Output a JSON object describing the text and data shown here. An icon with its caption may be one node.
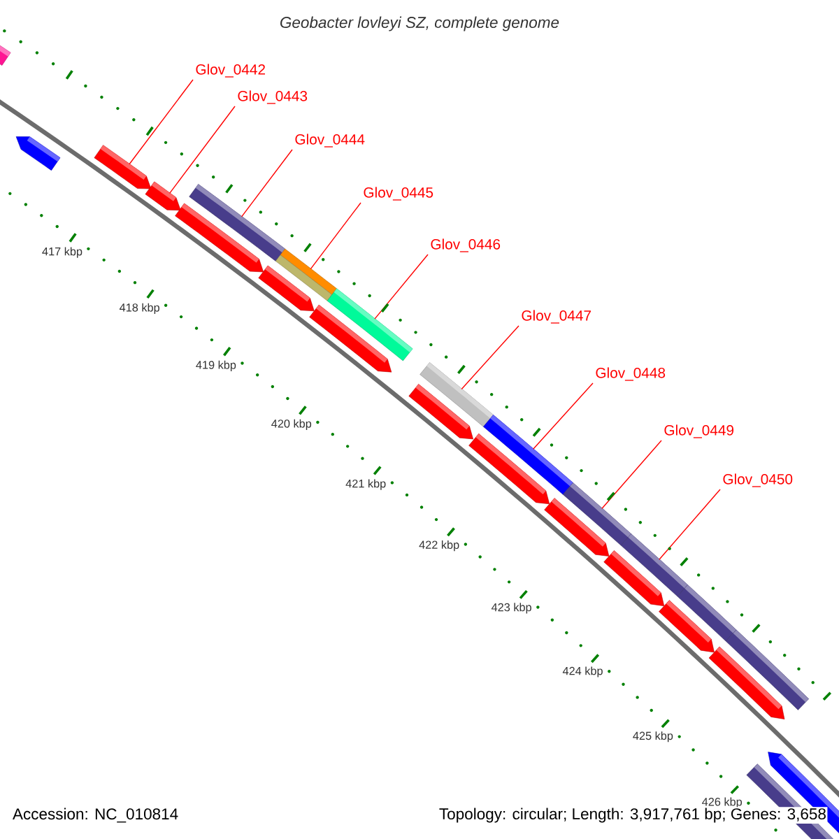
{
  "diagram": {
    "title": "Geobacter lovleyi SZ, complete genome",
    "nodes": [
      {
        "text": [
          "Glov_0442"
        ]
      },
      {
        "text": [
          "Glov_0443"
        ]
      },
      {
        "text": [
          "Glov_0444"
        ]
      },
      {
        "text": [
          "Glov_0445"
        ]
      },
      {
        "text": [
          "Glov_0446"
        ]
      },
      {
        "text": [
          "Glov_0447"
        ]
      },
      {
        "text": [
          "Glov_0448"
        ]
      },
      {
        "text": [
          "Glov_0449"
        ]
      },
      {
        "text": [
          "Glov_0450"
        ]
      },
      {
        "text": [],
        "shape": "bar"
      },
      {
        "text": [],
        "shape": "arrow"
      },
      {
        "text": [],
        "shape": "arrow"
      },
      {
        "text": [],
        "shape": "arrow"
      },
      {
        "text": [],
        "shape": "arrow"
      },
      {
        "text": [],
        "shape": "bar"
      },
      {
        "text": [],
        "shape": "arrow"
      },
      {
        "text": [],
        "shape": "bar"
      },
      {
        "text": [],
        "shape": "arrow"
      },
      {
        "text": [],
        "shape": "bar"
      },
      {
        "text": [],
        "shape": "arrow"
      },
      {
        "text": [],
        "shape": "bar"
      },
      {
        "text": [],
        "shape": "arrow"
      },
      {
        "text": [],
        "shape": "bar"
      },
      {
        "text": [],
        "shape": "arrow"
      },
      {
        "text": [],
        "shape": "bar"
      },
      {
        "text": [],
        "shape": "arrow"
      },
      {
        "text": [],
        "shape": "bar"
      },
      {
        "text": [],
        "shape": "arrow"
      },
      {
        "text": [],
        "shape": "bar"
      },
      {
        "text": [],
        "shape": "arrow"
      },
      {
        "text": [],
        "shape": "bar"
      },
      {
        "text": [],
        "shape": "bar"
      },
      {
        "text": [],
        "shape": "arrow"
      }
    ],
    "edges": [
      {
        "from": 0,
        "to": 11,
        "arrow": "none"
      },
      {
        "from": 1,
        "to": 12,
        "arrow": "none"
      },
      {
        "from": 2,
        "to": 14,
        "arrow": "none"
      },
      {
        "from": 3,
        "to": 16,
        "arrow": "none"
      },
      {
        "from": 4,
        "to": 18,
        "arrow": "none"
      },
      {
        "from": 5,
        "to": 20,
        "arrow": "none"
      },
      {
        "from": 6,
        "to": 22,
        "arrow": "none"
      },
      {
        "from": 7,
        "to": 24,
        "arrow": "none"
      },
      {
        "from": 8,
        "to": 26,
        "arrow": "none"
      }
    ],
    "labels": [
      "417 kbp",
      "418 kbp",
      "419 kbp",
      "420 kbp",
      "421 kbp",
      "422 kbp",
      "423 kbp",
      "424 kbp",
      "425 kbp",
      "426 kbp",
      "Accession: NC_010814",
      "Topology: circular; Length: 3,917,761 bp; Genes: 3,658"
    ]
  }
}
